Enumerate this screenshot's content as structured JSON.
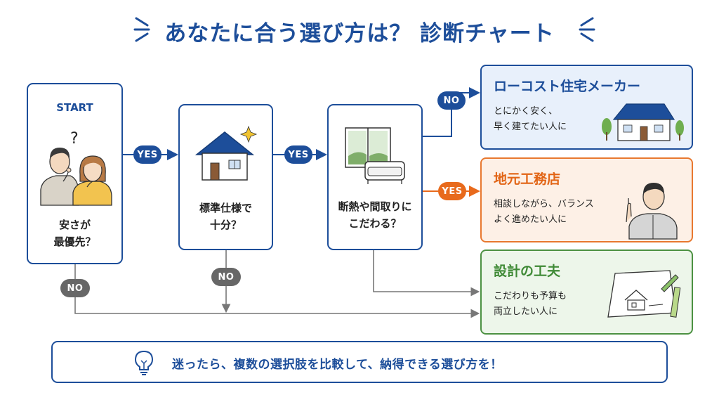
{
  "title": "あなたに合う選び方は？ 診断チャート",
  "start": {
    "label": "START",
    "question_lines": [
      "安さが",
      "最優先？"
    ]
  },
  "q2": {
    "question_lines": [
      "標準仕様で",
      "十分？"
    ]
  },
  "q3": {
    "question_lines": [
      "断熱や間取りに",
      "こだわる？"
    ]
  },
  "labels": {
    "yes": "YES",
    "no": "NO"
  },
  "results": [
    {
      "title": "ローコスト住宅メーカー",
      "desc_lines": [
        "とにかく安く、",
        "早く建てたい人に"
      ],
      "color": "#1d4e9a"
    },
    {
      "title": "地元工務店",
      "desc_lines": [
        "相談しながら、バランス",
        "よく進めたい人に"
      ],
      "color": "#e26516"
    },
    {
      "title": "設計の工夫",
      "desc_lines": [
        "こだわりも予算も",
        "両立したい人に"
      ],
      "color": "#3f8a36"
    }
  ],
  "tip": {
    "text": "迷ったら、複数の選択肢を比較して、納得できる選び方を！",
    "icon": "lightbulb-icon"
  },
  "colors": {
    "primary": "#1d4e9a",
    "orange": "#e86a1c",
    "green": "#4c9142",
    "gray": "#676767"
  }
}
